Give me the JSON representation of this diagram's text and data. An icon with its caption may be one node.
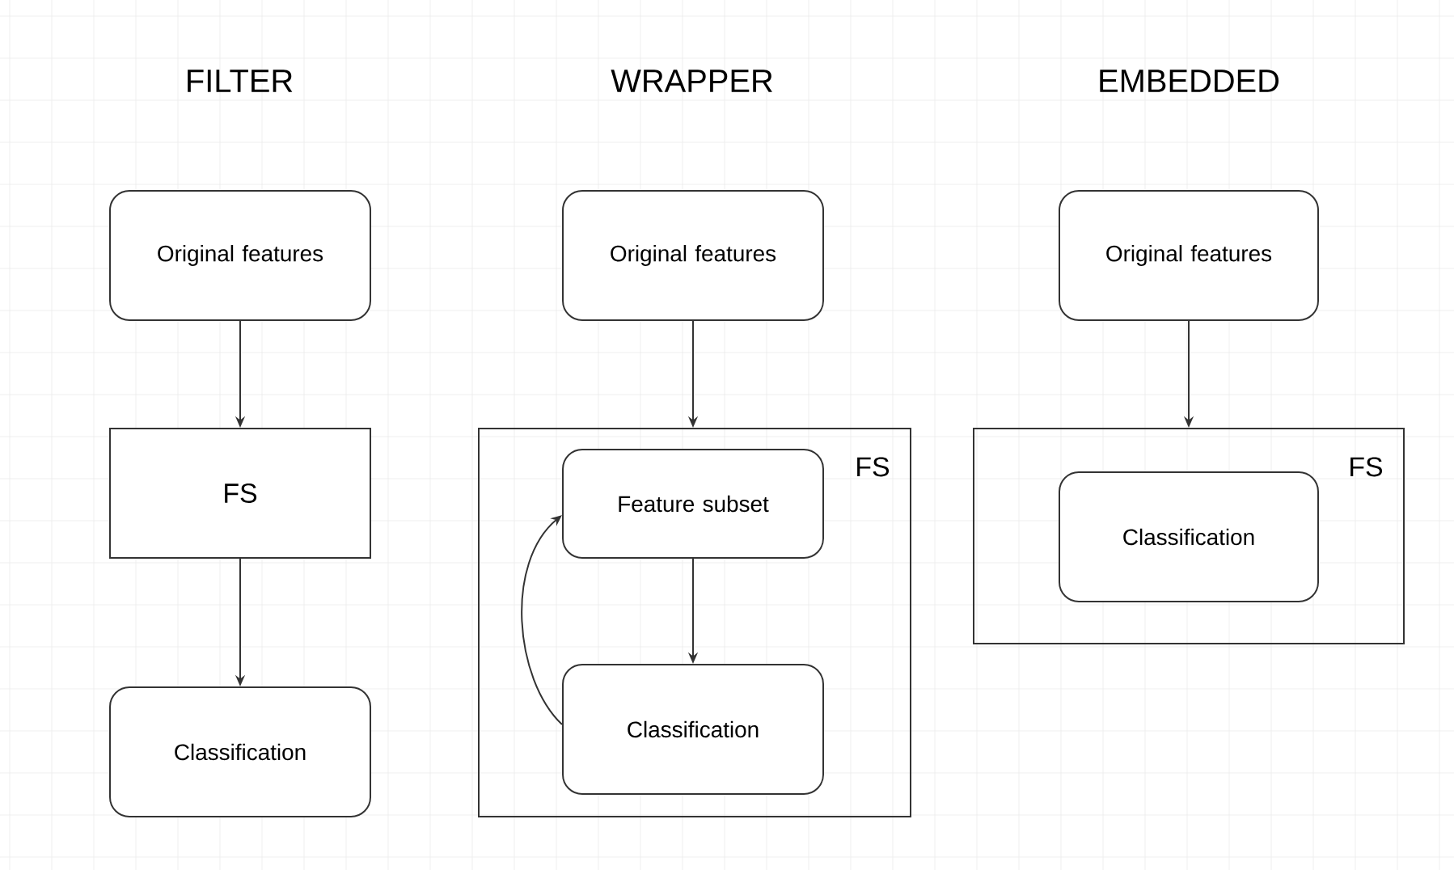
{
  "diagram": {
    "nodes": [
      {
        "text": [
          "Original features"
        ]
      },
      {
        "text": [
          "FS"
        ]
      },
      {
        "text": [
          "Classification"
        ]
      },
      {
        "text": [
          "Original features"
        ]
      },
      {
        "text": [
          "FS"
        ]
      },
      {
        "text": [
          "Feature subset"
        ],
        "in": 4
      },
      {
        "text": [
          "Classification"
        ],
        "in": 4
      },
      {
        "text": [
          "Original features"
        ]
      },
      {
        "text": [
          "FS"
        ]
      },
      {
        "text": [
          "Classification"
        ],
        "in": 8
      }
    ],
    "edges": [
      {
        "from": 0,
        "to": 1,
        "arrow": "to"
      },
      {
        "from": 1,
        "to": 2,
        "arrow": "to"
      },
      {
        "from": 3,
        "to": 4,
        "arrow": "to"
      },
      {
        "from": 5,
        "to": 6,
        "arrow": "to"
      },
      {
        "from": 6,
        "to": 5,
        "arrow": "to"
      },
      {
        "from": 7,
        "to": 8,
        "arrow": "to"
      }
    ],
    "labels": [
      "FILTER",
      "WRAPPER",
      "EMBEDDED"
    ]
  }
}
